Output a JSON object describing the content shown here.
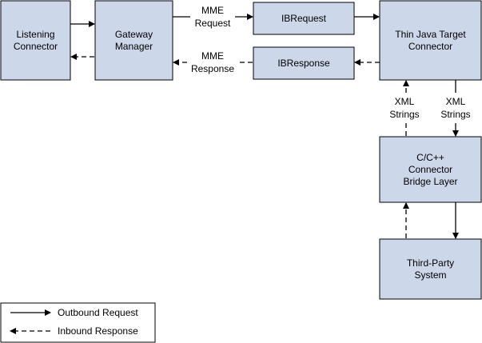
{
  "colors": {
    "node_fill": "#cdd7ea",
    "stroke": "#000000",
    "background": "#ffffff"
  },
  "nodes": {
    "listening_connector": [
      "Listening",
      "Connector"
    ],
    "gateway_manager": [
      "Gateway",
      "Manager"
    ],
    "ibrequest": [
      "IBRequest"
    ],
    "ibresponse": [
      "IBResponse"
    ],
    "thin_java_target_connector": [
      "Thin Java Target",
      "Connector"
    ],
    "bridge_layer": [
      "C/C++",
      "Connector",
      "Bridge Layer"
    ],
    "third_party_system": [
      "Third-Party",
      "System"
    ]
  },
  "edge_labels": {
    "mme_request": [
      "MME",
      "Request"
    ],
    "mme_response": [
      "MME",
      "Response"
    ],
    "xml_strings_in": [
      "XML",
      "Strings"
    ],
    "xml_strings_out": [
      "XML",
      "Strings"
    ]
  },
  "legend": {
    "outbound": "Outbound Request",
    "inbound": "Inbound Response"
  }
}
